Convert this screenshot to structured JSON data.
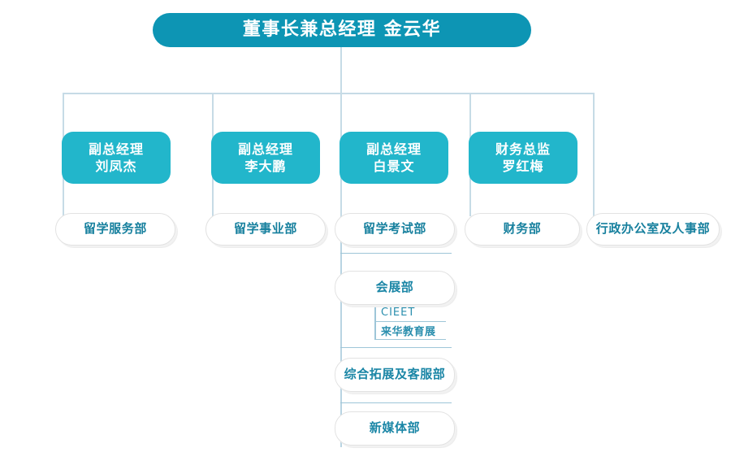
{
  "chart_meta": {
    "type": "org-chart",
    "title_text": "董事长兼总经理  金云华",
    "colors": {
      "root_fill": "#0d95b4",
      "level2_fill": "#22b6cb",
      "dept_text": "#17809e",
      "line": "#c6dbe6",
      "background": "#ffffff"
    }
  },
  "root": {
    "label": "董事长兼总经理  金云华"
  },
  "level2": [
    {
      "title": "副总经理",
      "name": "刘凤杰"
    },
    {
      "title": "副总经理",
      "name": "李大鹏"
    },
    {
      "title": "副总经理",
      "name": "白景文"
    },
    {
      "title": "财务总监",
      "name": "罗红梅"
    }
  ],
  "departments": [
    {
      "label": "留学服务部"
    },
    {
      "label": "留学事业部"
    },
    {
      "label": "留学考试部"
    },
    {
      "label": "财务部"
    },
    {
      "label": "行政办公室及人事部"
    }
  ],
  "sub_departments": [
    {
      "label": "会展部"
    },
    {
      "label": "综合拓展及客服部"
    },
    {
      "label": "新媒体部"
    }
  ],
  "leaf_items": [
    {
      "label": "CIEET"
    },
    {
      "label": "来华教育展"
    }
  ]
}
